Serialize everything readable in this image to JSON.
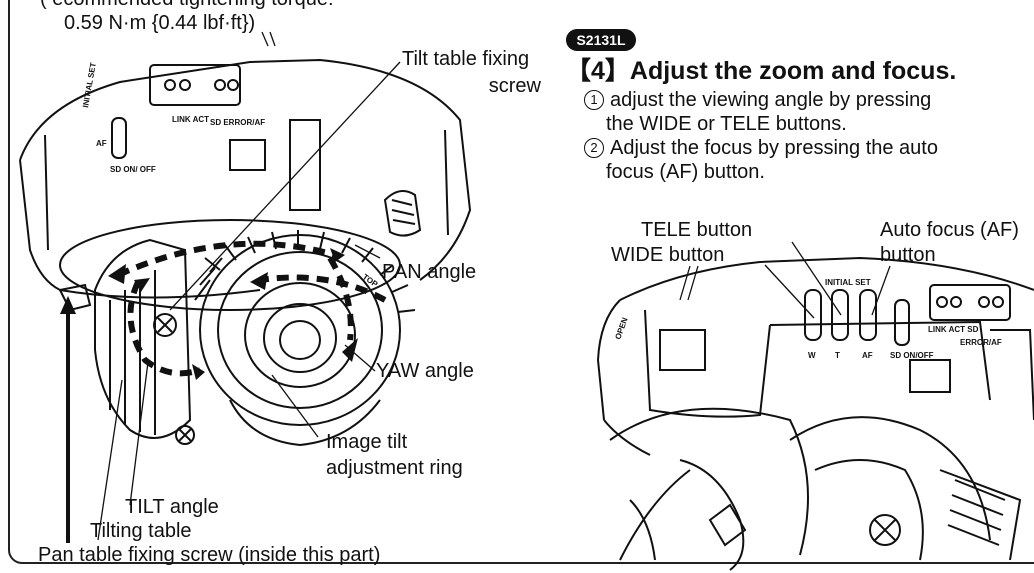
{
  "top_note": {
    "line1": "( ecommended tightening torque:",
    "line2": "0.59 N·m {0.44 lbf·ft})"
  },
  "left_labels": {
    "tilt_table_fixing_screw_1": "Tilt table fixing",
    "tilt_table_fixing_screw_2": "screw",
    "pan_angle": "PAN angle",
    "yaw_angle": "YAW angle",
    "image_tilt_1": "Image tilt",
    "image_tilt_2": "adjustment ring",
    "tilt_angle": "TILT angle",
    "tilting_table": "Tilting table",
    "pan_table_fixing_screw": "Pan table fixing screw (inside this part)"
  },
  "right": {
    "badge": "S2131L",
    "heading": "【4】Adjust the zoom and focus.",
    "steps": [
      {
        "num": "1",
        "line1": "adjust the viewing angle by pressing",
        "line2": "the WIDE or TELE buttons."
      },
      {
        "num": "2",
        "line1": "Adjust the focus by pressing the auto",
        "line2": "focus (AF) button."
      }
    ],
    "labels": {
      "tele_button": "TELE button",
      "wide_button": "WIDE button",
      "auto_focus_1": "Auto focus (AF)",
      "auto_focus_2": "button"
    },
    "device_text": {
      "initial_set": "INITIAL SET",
      "w": "W",
      "t": "T",
      "af": "AF",
      "sd_onoff": "SD ON/OFF",
      "link_act": "LINK ACT SD",
      "error_af": "ERROR/AF",
      "open": "OPEN"
    }
  },
  "left_device_text": {
    "initial_set": "INITIAL SET",
    "af": "AF",
    "sd_onoff": "SD ON/ OFF",
    "link_act": "LINK ACT",
    "sd_error": "SD ERROR/AF",
    "top": "TOP"
  }
}
